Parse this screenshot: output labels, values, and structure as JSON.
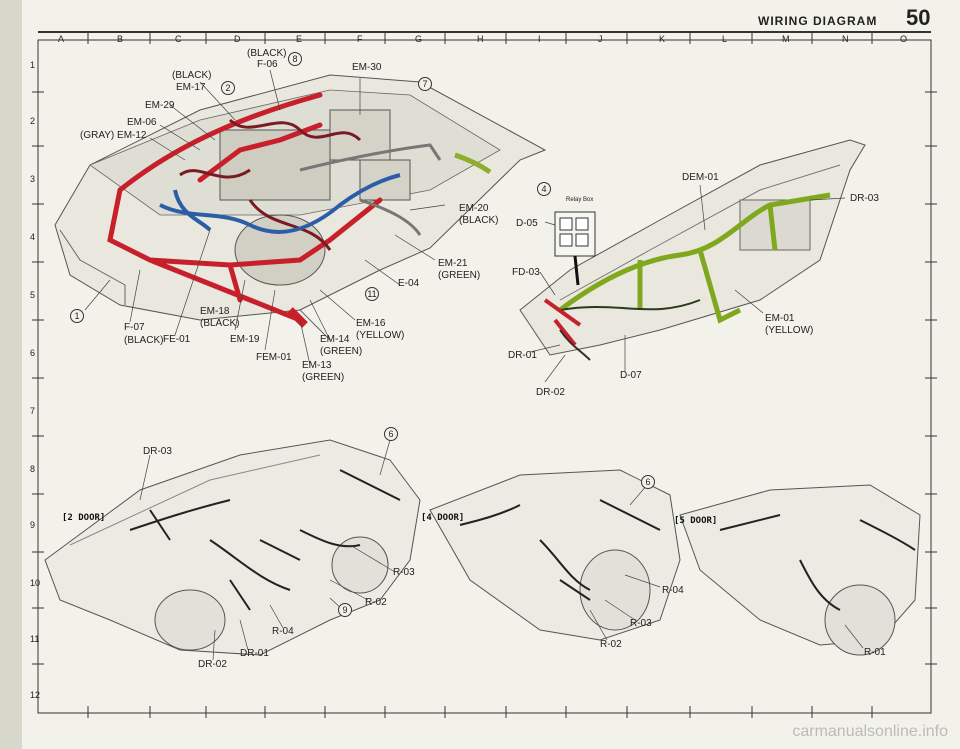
{
  "header": {
    "title": "WIRING DIAGRAM",
    "page_number": "50"
  },
  "grid": {
    "columns": [
      "A",
      "B",
      "C",
      "D",
      "E",
      "F",
      "G",
      "H",
      "I",
      "J",
      "K",
      "L",
      "M",
      "N",
      "O"
    ],
    "rows": [
      "1",
      "2",
      "3",
      "4",
      "5",
      "6",
      "7",
      "8",
      "9",
      "10",
      "11",
      "12"
    ]
  },
  "engine": {
    "f06_color": "(BLACK)",
    "f06": "F-06",
    "em17_color": "(BLACK)",
    "em17": "EM-17",
    "em30": "EM-30",
    "em29": "EM-29",
    "em06": "EM-06",
    "em12": "(GRAY) EM-12",
    "em20": "EM-20",
    "em20_color": "(BLACK)",
    "em21": "EM-21",
    "em21_color": "(GREEN)",
    "e04": "E-04",
    "em18": "EM-18",
    "em18_color": "(BLACK)",
    "em16": "EM-16",
    "em16_color": "(YELLOW)",
    "f07": "F-07",
    "f07_color": "(BLACK)",
    "fe01": "FE-01",
    "em19": "EM-19",
    "em14": "EM-14",
    "em14_color": "(GREEN)",
    "fem01": "FEM-01",
    "em13": "EM-13",
    "em13_color": "(GREEN)"
  },
  "dash": {
    "dem01": "DEM-01",
    "dr03": "DR-03",
    "relay_box": "Relay Box",
    "d05": "D-05",
    "fd03": "FD-03",
    "em01": "EM-01",
    "em01_color": "(YELLOW)",
    "dr01": "DR-01",
    "d07": "D-07",
    "dr02": "DR-02"
  },
  "views": {
    "two_door": "[2 DOOR]",
    "four_door": "[4 DOOR]",
    "five_door": "[5 DOOR]"
  },
  "two_door": {
    "dr03": "DR-03",
    "r03": "R-03",
    "r02": "R-02",
    "r04": "R-04",
    "dr01": "DR-01",
    "dr02": "DR-02"
  },
  "four_door": {
    "r04": "R-04",
    "r03": "R-03",
    "r02": "R-02"
  },
  "five_door": {
    "r01": "R-01"
  },
  "callouts": {
    "c8": "8",
    "c2": "2",
    "c7": "7",
    "c11": "11",
    "c1": "1",
    "c4": "4",
    "c6a": "6",
    "c9": "9",
    "c6b": "6"
  },
  "footer": {
    "watermark": "carmanualsonline.info"
  },
  "colors": {
    "red_harness": "#c8202a",
    "blue_harness": "#2c5ea8",
    "green_harness": "#7fa81e",
    "background": "#f2f1ea"
  }
}
